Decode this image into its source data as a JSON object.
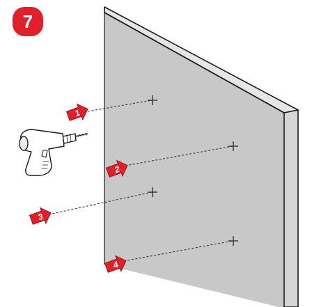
{
  "step": {
    "number": "7",
    "badge_color": "#e2202b"
  },
  "colors": {
    "wall_face": "#c8c8c8",
    "wall_edge": "#b8b8b8",
    "outline": "#1a1a1a",
    "arrow": "#e2202b",
    "arrow_text": "#ffffff"
  },
  "drill_points": [
    {
      "number": "1"
    },
    {
      "number": "2"
    },
    {
      "number": "3"
    },
    {
      "number": "4"
    }
  ],
  "tool": {
    "icon": "power-drill-icon"
  }
}
